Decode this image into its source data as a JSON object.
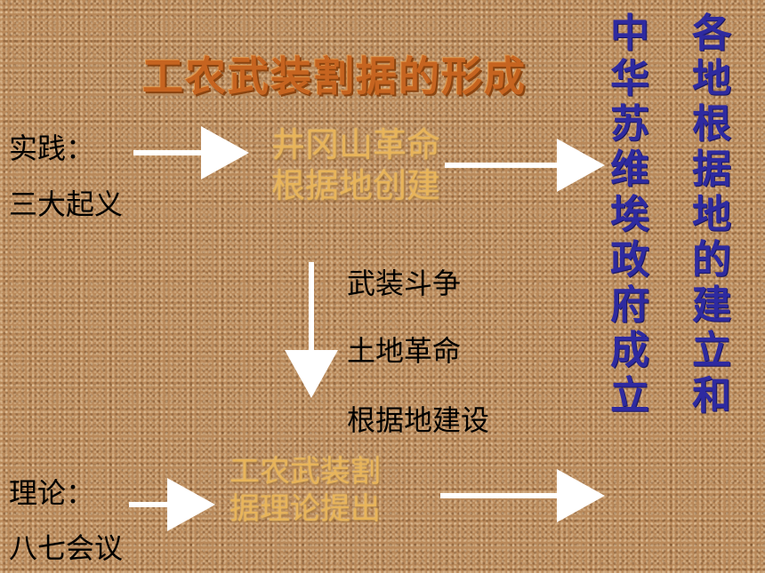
{
  "title": "工农武装割据的形成",
  "practice": {
    "label": "实践：",
    "item": "三大起义"
  },
  "jinggangshan": {
    "line1": "井冈山革命",
    "line2": "根据地创建"
  },
  "activities": [
    "武装斗争",
    "土地革命",
    "根据地建设"
  ],
  "theory": {
    "label": "理论：",
    "item": "八七会议"
  },
  "theory_result": {
    "line1": "工农武装割",
    "line2": "据理论提出"
  },
  "right_col1": "中华苏维埃政府成立",
  "right_col2": "各地根据地的建立和"
}
